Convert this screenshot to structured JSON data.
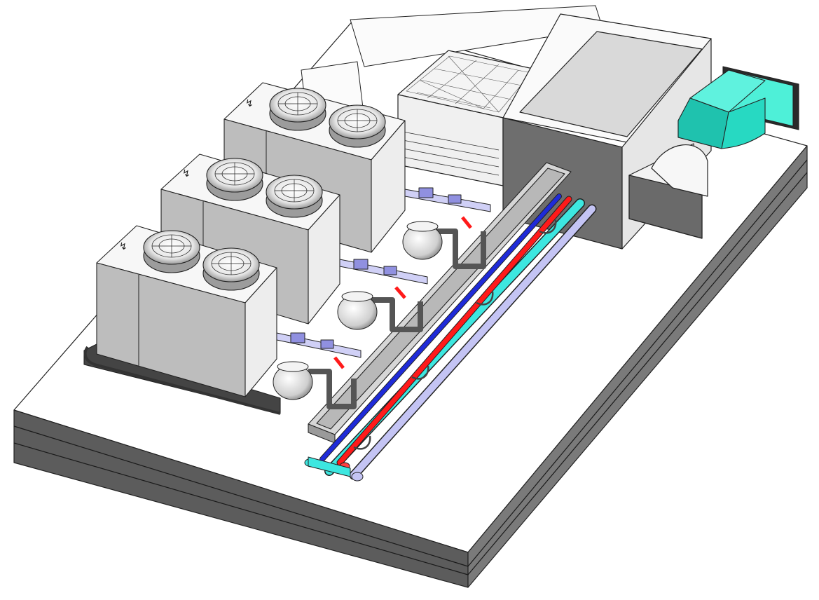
{
  "diagram": {
    "type": "isometric-3d-mep-rooftop-plant",
    "units": [
      {
        "id": "unit-back",
        "fans": 2,
        "logo_glyph": "↯"
      },
      {
        "id": "unit-middle",
        "fans": 2,
        "logo_glyph": "↯"
      },
      {
        "id": "unit-front",
        "fans": 2,
        "logo_glyph": "↯"
      }
    ],
    "pipes": [
      {
        "id": "pipe-red",
        "color": "#ff1a1a"
      },
      {
        "id": "pipe-blue",
        "color": "#1f2bd8"
      },
      {
        "id": "pipe-cyan",
        "color": "#33e6e0"
      },
      {
        "id": "pipe-lavender",
        "color": "#b8b8f2"
      }
    ],
    "colors": {
      "slab_top": "#ffffff",
      "slab_side": "#5a5a5a",
      "unit_side": "#dcdcdc",
      "unit_front": "#bdbdbd",
      "ahu_dark": "#6e6e6e",
      "duct_teal": "#27d9c2",
      "outline": "#222222"
    }
  }
}
